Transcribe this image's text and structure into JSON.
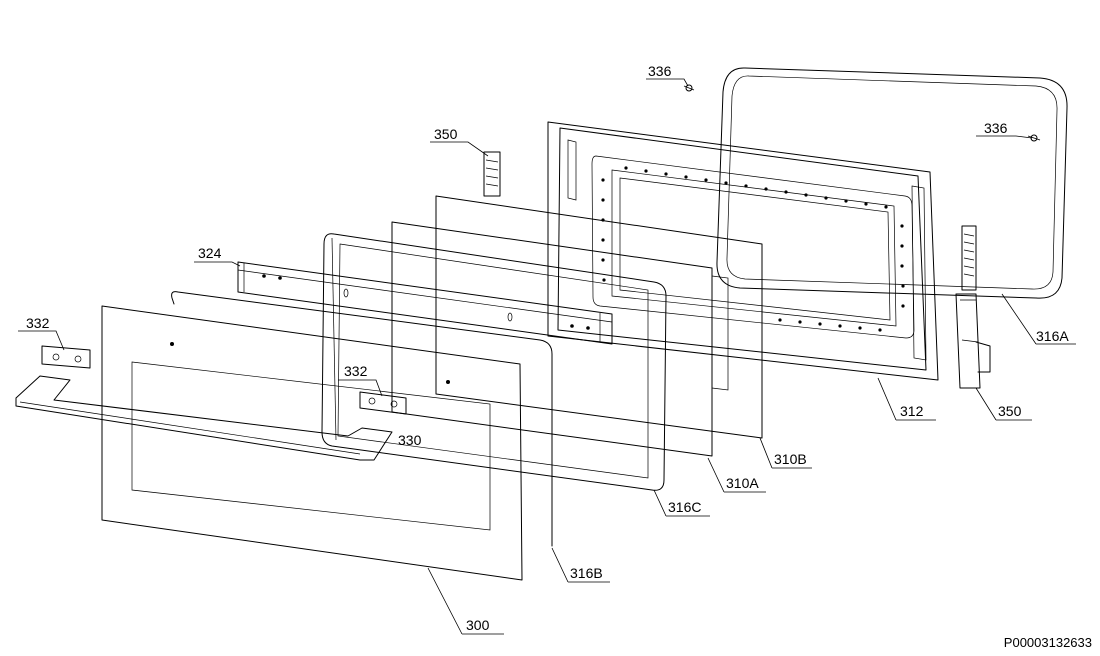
{
  "diagram": {
    "labels": {
      "p336a": "336",
      "p336b": "336",
      "p350a": "350",
      "p350b": "350",
      "p324": "324",
      "p332a": "332",
      "p332b": "332",
      "p330": "330",
      "p316a": "316A",
      "p316b": "316B",
      "p316c": "316C",
      "p312": "312",
      "p310a": "310A",
      "p310b": "310B",
      "p300": "300"
    },
    "document_code": "P00003132633"
  }
}
